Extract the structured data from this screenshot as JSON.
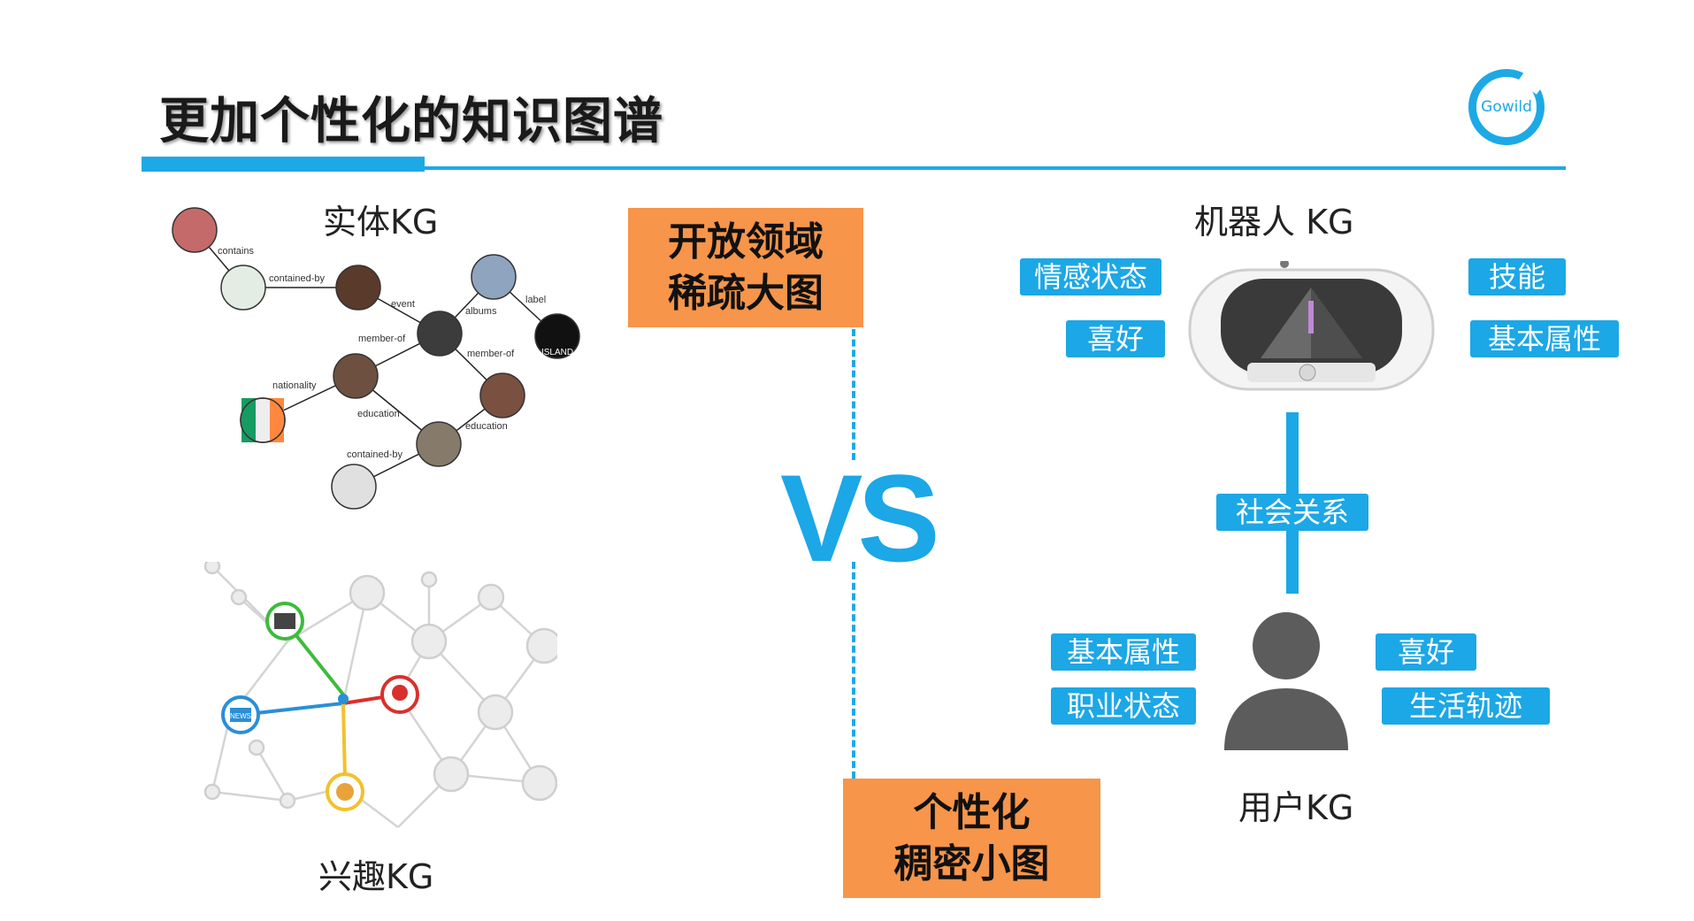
{
  "title": "更加个性化的知识图谱",
  "logo_text": "Gowild",
  "left": {
    "entity_kg_label": "实体KG",
    "entity_graph_edge_labels": [
      "contains",
      "contained-by",
      "event",
      "albums",
      "label",
      "member-of",
      "member-of",
      "nationality",
      "education",
      "education",
      "contained-by"
    ],
    "island_text": "ISLAND",
    "interest_kg_label": "兴趣KG",
    "news_icon_text": "NEWS"
  },
  "center": {
    "open_domain_line1": "开放领域",
    "open_domain_line2": "稀疏大图",
    "vs": "VS",
    "personal_line1": "个性化",
    "personal_line2": "稠密小图"
  },
  "right": {
    "robot_kg_label": "机器人 KG",
    "robot_tags": [
      "情感状态",
      "喜好",
      "技能",
      "基本属性"
    ],
    "social_relation": "社会关系",
    "user_kg_label": "用户KG",
    "user_tags": [
      "基本属性",
      "职业状态",
      "喜好",
      "生活轨迹"
    ]
  },
  "colors": {
    "accent_blue": "#1ca7e6",
    "orange": "#f7954a",
    "user_icon_gray": "#5c5c5c",
    "node_green": "#3dbb3d",
    "node_red": "#d9302c",
    "node_blue": "#2a8fd6",
    "node_yellow": "#f2c12e"
  }
}
